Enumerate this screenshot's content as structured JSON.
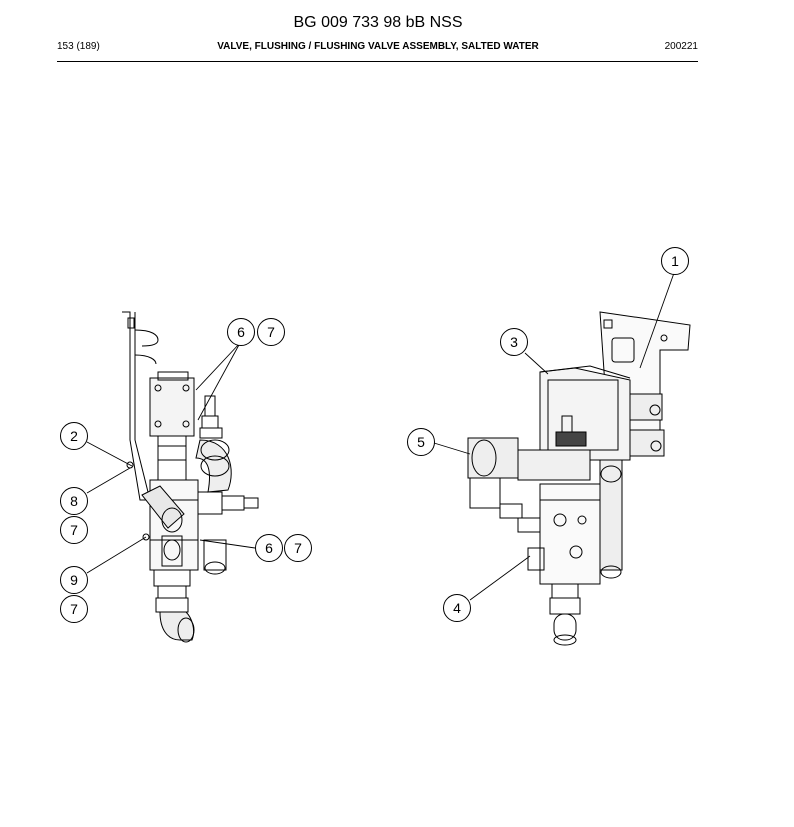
{
  "header": {
    "doc_title": "BG 009 733 98 bB NSS",
    "page": "153 (189)",
    "title": "VALVE, FLUSHING / FLUSHING VALVE ASSEMBLY, SALTED WATER",
    "date": "200221"
  },
  "callouts": [
    "1",
    "2",
    "3",
    "4",
    "5",
    "6",
    "7",
    "6",
    "7",
    "7",
    "8",
    "9",
    "7"
  ]
}
